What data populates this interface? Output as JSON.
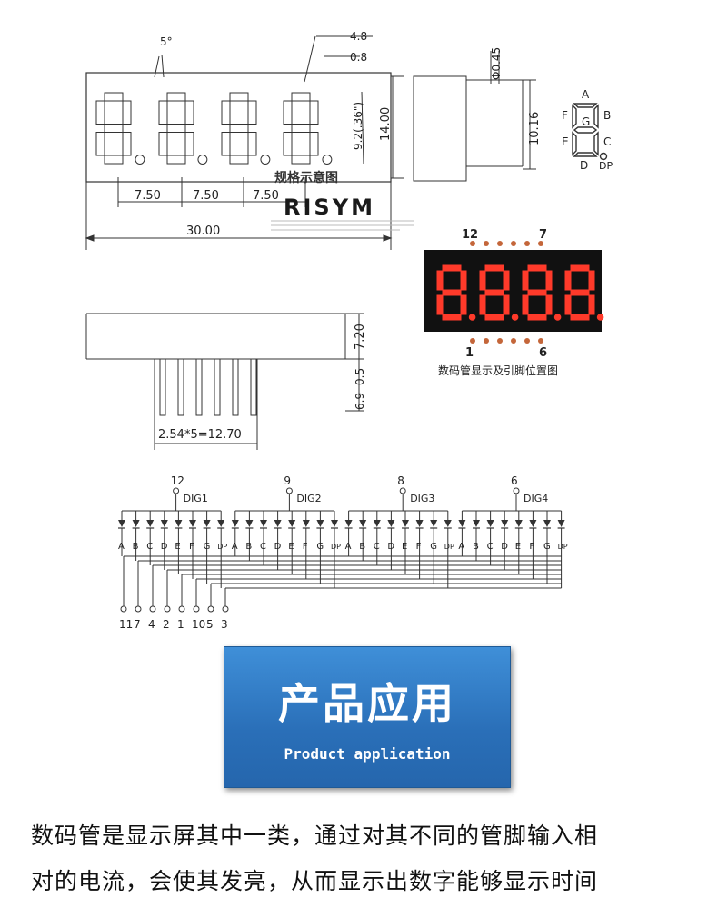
{
  "front_view": {
    "angle_label": "5°",
    "pitch_labels": [
      "7.50",
      "7.50",
      "7.50"
    ],
    "width_label": "30.00",
    "height_label": "14.00",
    "digit_height_label": "9.2(.36\")",
    "top_labels": [
      "4.8",
      "0.8"
    ]
  },
  "side_view": {
    "pin_diameter": "Φ0.45",
    "depth_label": "10.16"
  },
  "caption_cn": "规格示意图",
  "brand": "RISYM",
  "segment_legend": {
    "labels": [
      "A",
      "B",
      "C",
      "D",
      "E",
      "F",
      "G",
      "DP"
    ]
  },
  "photo_module": {
    "top_pin_left": "12",
    "top_pin_right": "7",
    "bottom_pin_left": "1",
    "bottom_pin_right": "6",
    "caption": "数码管显示及引脚位置图"
  },
  "bottom_view": {
    "height_label": "7.20",
    "pin_labels": [
      "6.9",
      "0.5"
    ],
    "pitch_label": "2.54*5=12.70"
  },
  "circuit": {
    "digits": [
      {
        "name": "DIG1",
        "pin": "12"
      },
      {
        "name": "DIG2",
        "pin": "9"
      },
      {
        "name": "DIG3",
        "pin": "8"
      },
      {
        "name": "DIG4",
        "pin": "6"
      }
    ],
    "segments": [
      "A",
      "B",
      "C",
      "D",
      "E",
      "F",
      "G",
      "DP"
    ],
    "segment_pins": [
      "11",
      "7",
      "4",
      "2",
      "1",
      "10",
      "5",
      "3"
    ]
  },
  "banner": {
    "title": "产品应用",
    "subtitle": "Product application"
  },
  "description": {
    "line1": "数码管是显示屏其中一类，通过对其不同的管脚输入相",
    "line2": "对的电流，会使其发亮，从而显示出数字能够显示时间"
  },
  "colors": {
    "banner": "#2a6fb8",
    "led_red": "#ff3a2a",
    "module_body": "#111111"
  }
}
